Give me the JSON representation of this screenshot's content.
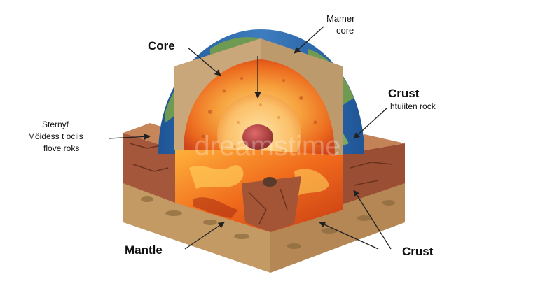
{
  "labels": {
    "core": "Core",
    "mamer_core_line1": "Mamer",
    "mamer_core_line2": "core",
    "crust_top": "Crust",
    "crust_top_sub": "htuiiten rock",
    "left_line1": "Sternyf",
    "left_line2": "Möidess t ociis",
    "left_line3": "flove roks",
    "mantle": "Mantle",
    "crust_bottom": "Crust"
  },
  "watermark": "dreamstime",
  "colors": {
    "ocean": "#2f6aa8",
    "land": "#6f9a52",
    "crust_tan": "#c9a77a",
    "rock_brown": "#8a4a2e",
    "sand_layer": "#c29a62",
    "mantle_orange": "#f0852a",
    "inner_core": "#b33a3a"
  }
}
